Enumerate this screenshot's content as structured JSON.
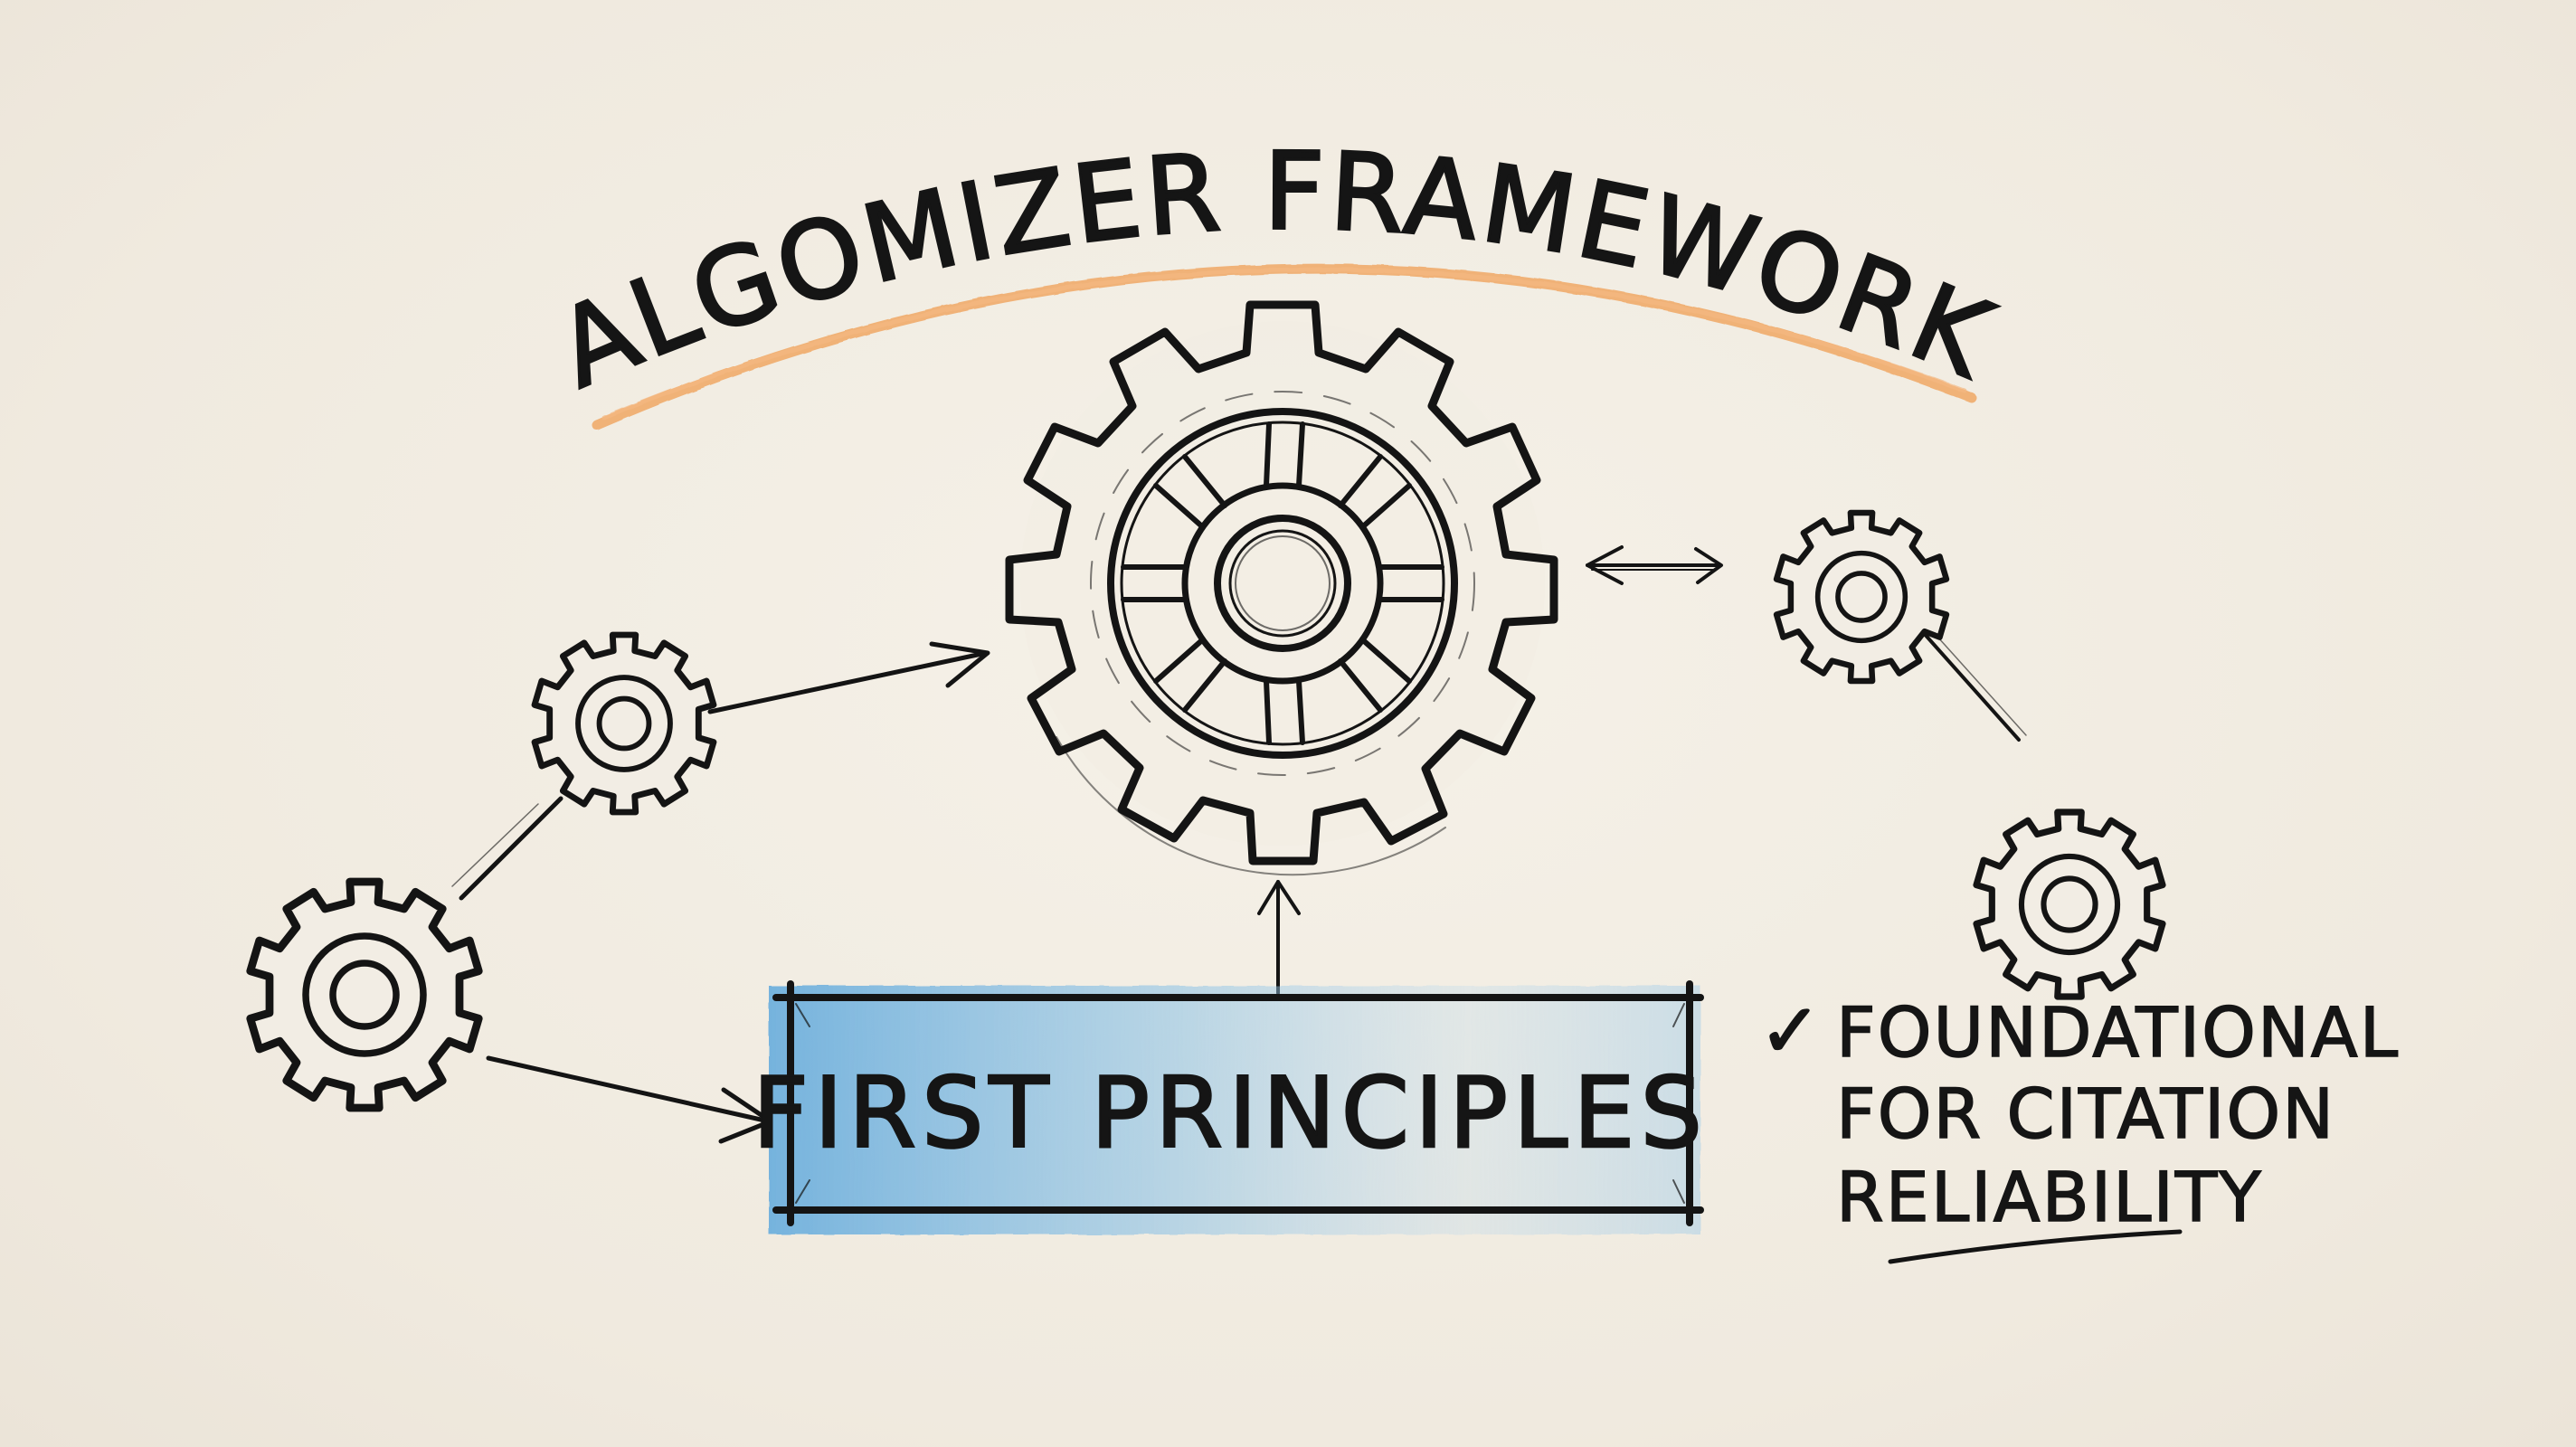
{
  "title": {
    "text": "ALGOMIZER FRAMEWORK",
    "underline_color": "#f0a764"
  },
  "central_gear": {
    "label": "central-gear"
  },
  "box": {
    "label": "FIRST PRINCIPLES",
    "fill_color": "#7fb8e0"
  },
  "annotation": {
    "check": "✓",
    "lines": [
      "FOUNDATIONAL",
      "FOR CITATION",
      "RELIABILITY"
    ]
  },
  "colors": {
    "background": "#f3eee4",
    "ink": "#141414",
    "orange": "#f0a764",
    "blue": "#7fb8e0"
  }
}
